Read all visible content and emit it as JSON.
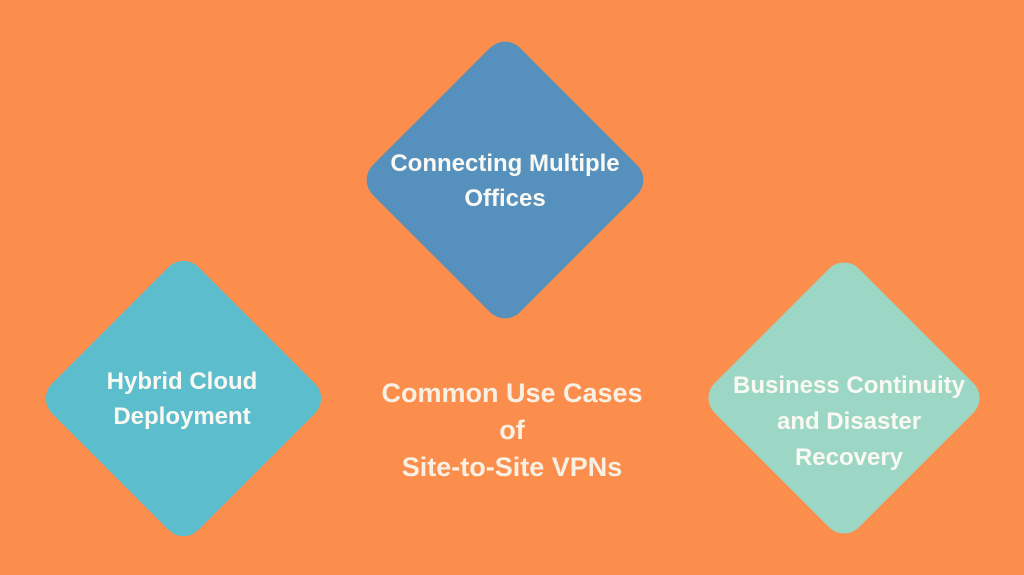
{
  "canvas": {
    "background_color": "#FB8E4C"
  },
  "title": {
    "text": "Common Use Cases of Site-to-Site VPNs",
    "lines": [
      "Common Use Cases",
      "of",
      "Site-to-Site VPNs"
    ],
    "color": "#F7F0E3"
  },
  "diamonds": [
    {
      "id": "connecting-multiple-offices",
      "label": "Connecting Multiple Offices",
      "lines": [
        "Connecting Multiple",
        "Offices"
      ],
      "color": "#5591BC",
      "text_color": "#FAF8F3",
      "position": "top-center"
    },
    {
      "id": "hybrid-cloud-deployment",
      "label": "Hybrid Cloud Deployment",
      "lines": [
        "Hybrid Cloud",
        "Deployment"
      ],
      "color": "#5CBDCC",
      "text_color": "#FAF8F3",
      "position": "bottom-left"
    },
    {
      "id": "business-continuity-and-disaster-recovery",
      "label": "Business Continuity and Disaster Recovery",
      "lines": [
        "Business Continuity",
        "and Disaster",
        "Recovery"
      ],
      "color": "#9CD7C5",
      "text_color": "#FAF8F3",
      "position": "bottom-right"
    }
  ]
}
